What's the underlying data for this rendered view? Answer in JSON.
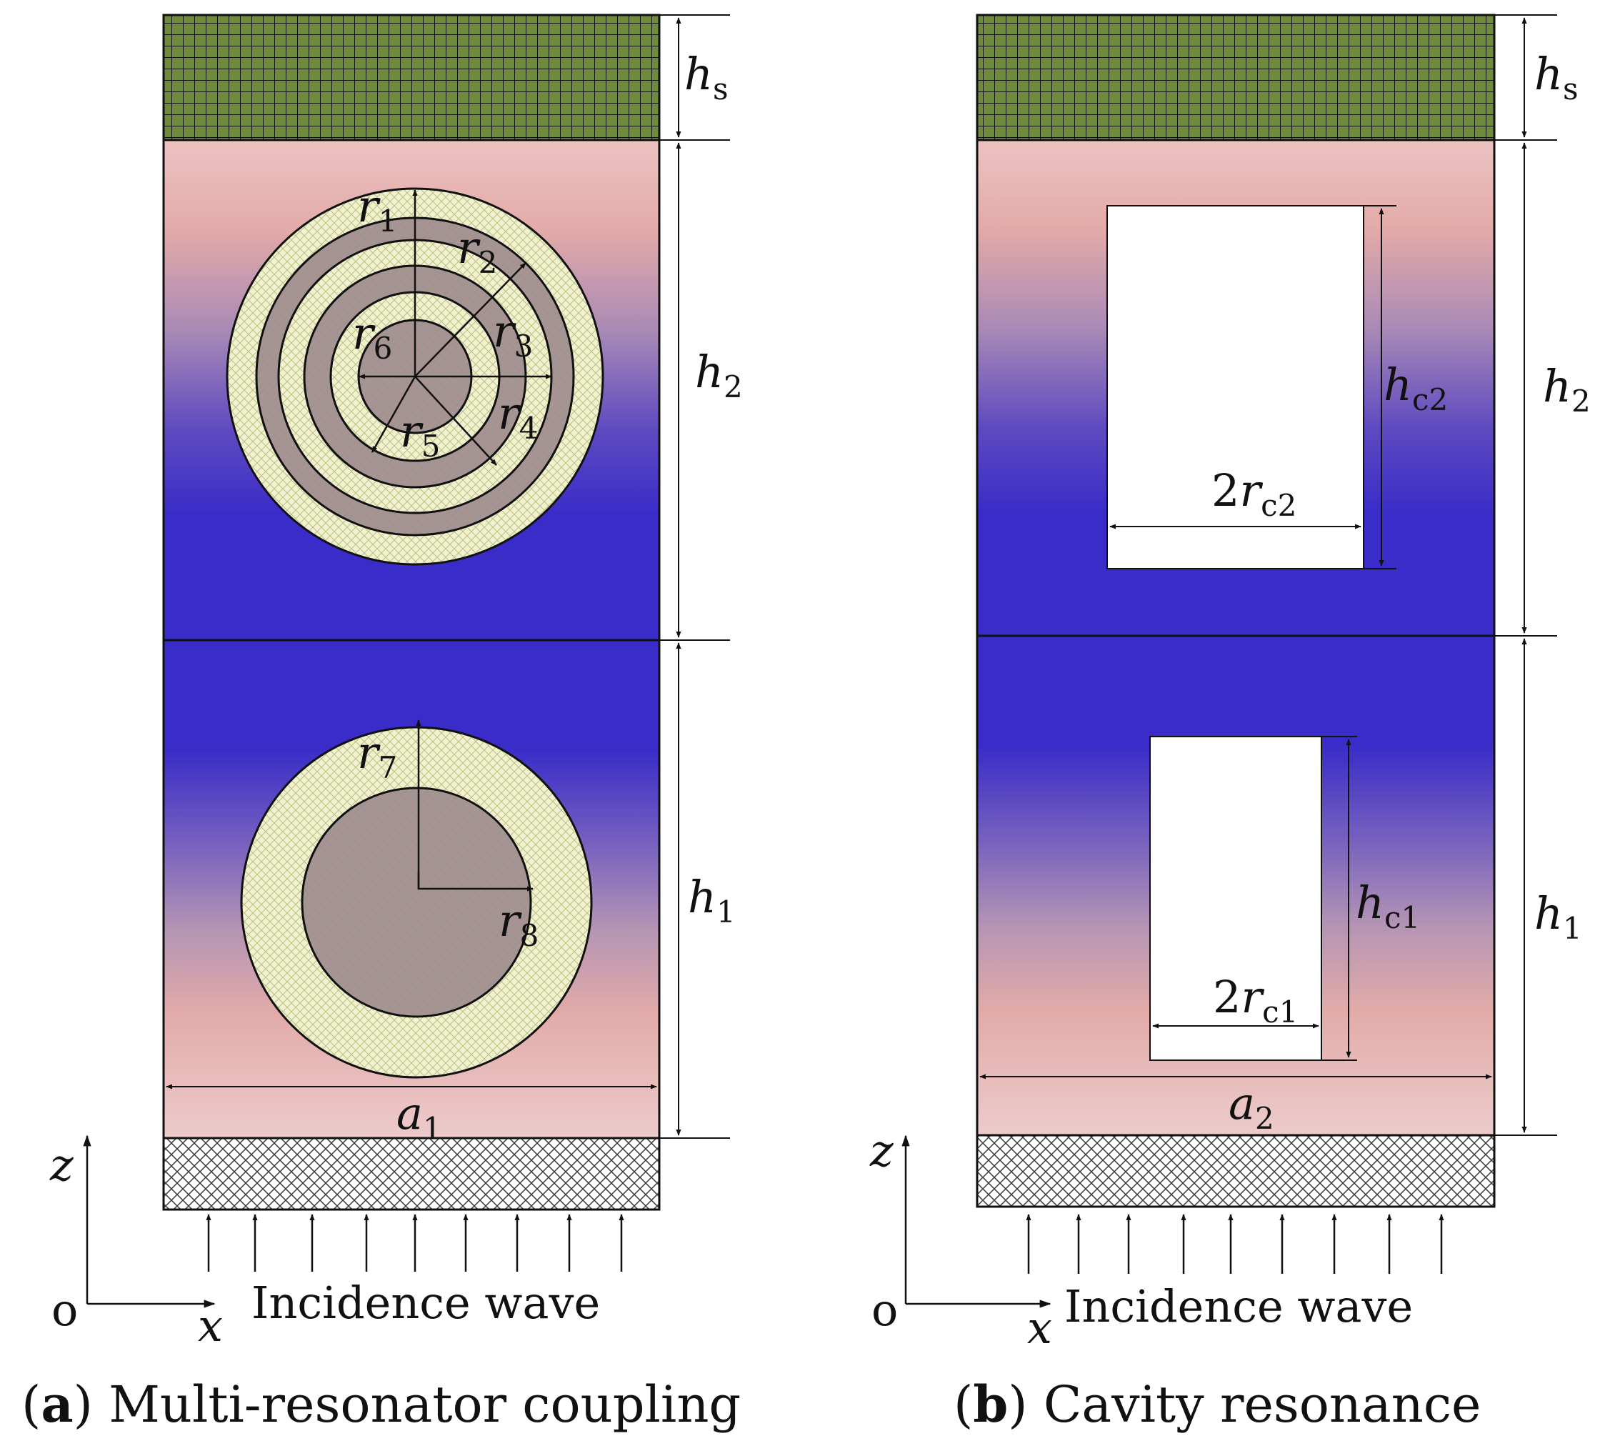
{
  "panel_a": {
    "caption_letter": "a",
    "caption_text": "Multi-resonator coupling",
    "dim_top_layer": {
      "main": "h",
      "sub": "s"
    },
    "dim_upper_cell": {
      "main": "h",
      "sub": "2"
    },
    "dim_lower_cell": {
      "main": "h",
      "sub": "1"
    },
    "dim_width": {
      "main": "a",
      "sub": "1"
    },
    "radii": [
      {
        "main": "r",
        "sub": "1"
      },
      {
        "main": "r",
        "sub": "2"
      },
      {
        "main": "r",
        "sub": "3"
      },
      {
        "main": "r",
        "sub": "4"
      },
      {
        "main": "r",
        "sub": "5"
      },
      {
        "main": "r",
        "sub": "6"
      },
      {
        "main": "r",
        "sub": "7"
      },
      {
        "main": "r",
        "sub": "8"
      }
    ],
    "axis_z": "z",
    "axis_x": "x",
    "origin": "o",
    "incidence_label": "Incidence wave"
  },
  "panel_b": {
    "caption_letter": "b",
    "caption_text": "Cavity resonance",
    "dim_top_layer": {
      "main": "h",
      "sub": "s"
    },
    "dim_upper_cell": {
      "main": "h",
      "sub": "2"
    },
    "dim_lower_cell": {
      "main": "h",
      "sub": "1"
    },
    "dim_width": {
      "main": "a",
      "sub": "2"
    },
    "cavity_upper_height": {
      "main": "h",
      "sub": "c2"
    },
    "cavity_upper_width": {
      "pre": "2",
      "main": "r",
      "sub": "c2"
    },
    "cavity_lower_height": {
      "main": "h",
      "sub": "c1"
    },
    "cavity_lower_width": {
      "pre": "2",
      "main": "r",
      "sub": "c1"
    },
    "axis_z": "z",
    "axis_x": "x",
    "origin": "o",
    "incidence_label": "Incidence wave"
  },
  "colors": {
    "top_layer": "#6f8a3a",
    "pink": "#e4aeab",
    "blue": "#3a2dc8",
    "cream": "#f3f0d2",
    "core_grey": "#9f9595"
  }
}
